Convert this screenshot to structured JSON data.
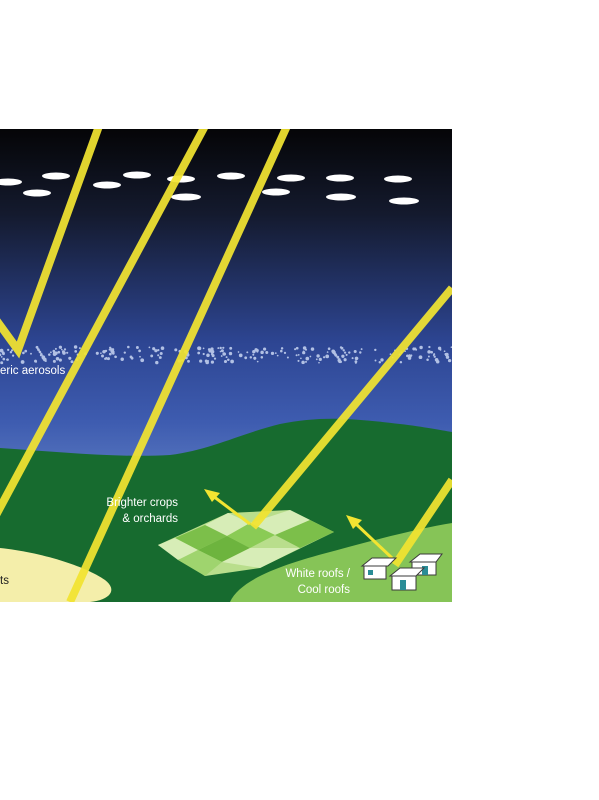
{
  "labels": {
    "aerosols": "eric aerosols",
    "crops_line1": "Brighter crops",
    "crops_line2": "& orchards",
    "roofs_line1": "White roofs /",
    "roofs_line2": "Cool roofs",
    "desert_fragment": "ts"
  },
  "colors": {
    "sky_top": "#0b0b0f",
    "sky_mid": "#3a56a8",
    "sky_bottom": "#8fb0e0",
    "beam": "#f2e431",
    "hill_dark": "#176b2f",
    "hill_light": "#86c457",
    "desert": "#f4eeaa",
    "cloud": "#ffffff"
  },
  "icons": [
    "house-icon",
    "arrow-up-left-icon"
  ]
}
